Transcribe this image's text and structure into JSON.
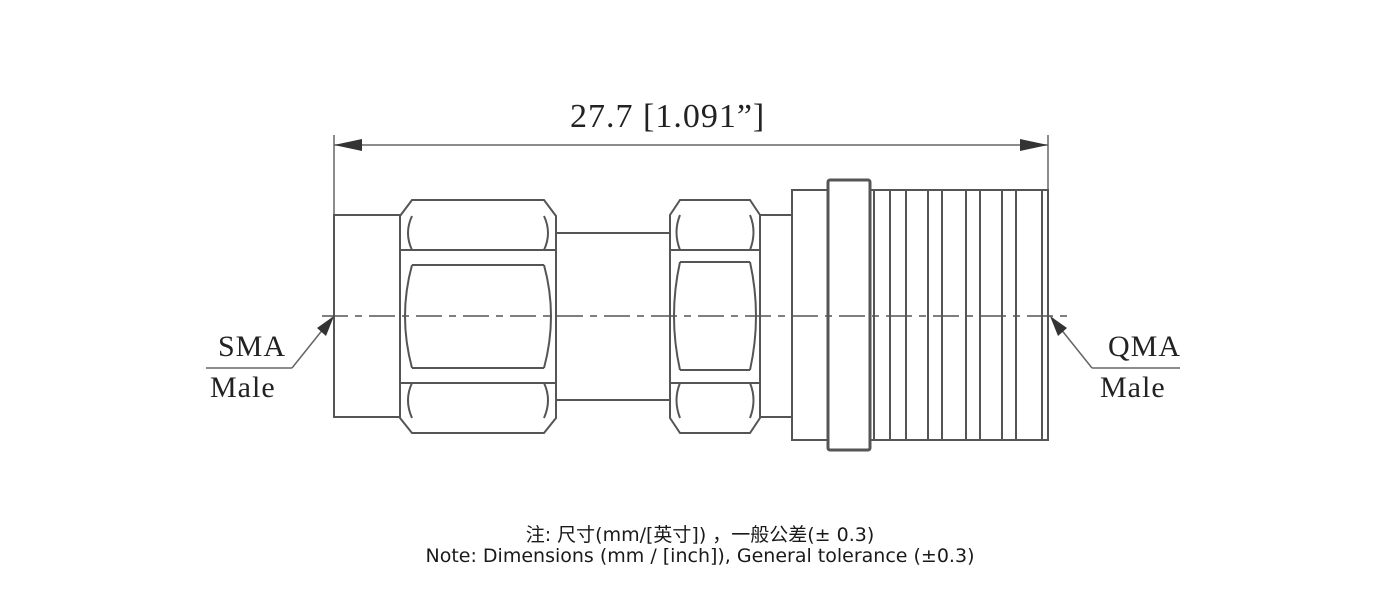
{
  "dimension": {
    "label": "27.7 [1.091”]",
    "mm": 27.7,
    "inch": 1.091
  },
  "left_end": {
    "line1": "SMA",
    "line2": "Male"
  },
  "right_end": {
    "line1": "QMA",
    "line2": "Male"
  },
  "notes": {
    "chinese": "注: 尺寸(mm/[英寸]) ，一般公差(± 0.3)",
    "english": "Note: Dimensions (mm / [inch]), General tolerance (±0.3)"
  }
}
